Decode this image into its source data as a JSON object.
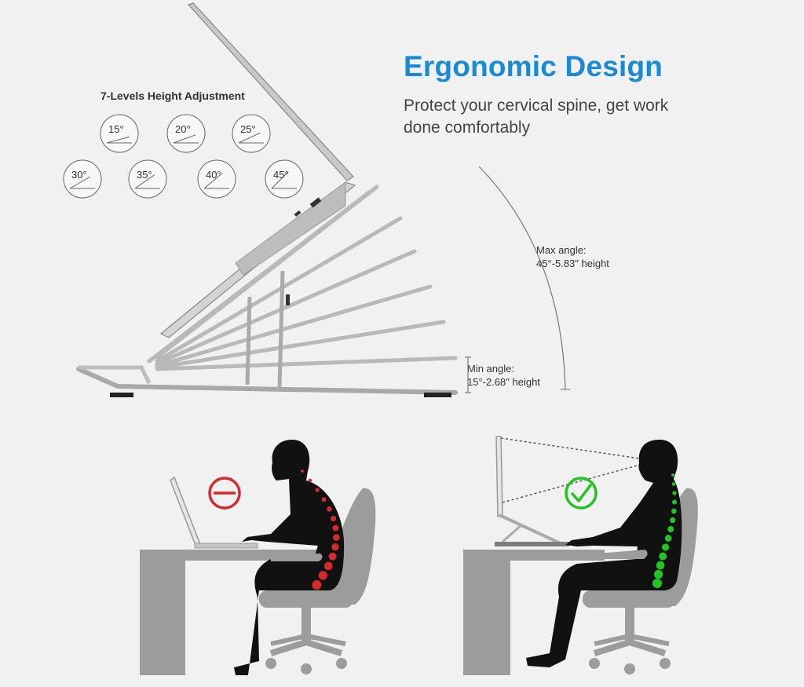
{
  "header": {
    "title": "Ergonomic Design",
    "subtitle": "Protect your cervical spine, get work\ndone comfortably"
  },
  "levels": {
    "title": "7-Levels Height Adjustment",
    "angles": [
      "15",
      "20",
      "25",
      "30",
      "35",
      "40",
      "45"
    ],
    "degree_symbol": "°"
  },
  "max_angle": {
    "label": "Max angle:\n45°-5.83″   height"
  },
  "min_angle": {
    "label": "Min angle:\n15°-2.68″   height"
  },
  "colors": {
    "accent": "#1a8ad4",
    "bad": "#d32b2b",
    "good": "#22c422",
    "silhouette": "#111111",
    "furniture": "#9c9c9c"
  },
  "posture": {
    "bad_icon": "prohibited-icon",
    "good_icon": "checkmark-icon"
  }
}
